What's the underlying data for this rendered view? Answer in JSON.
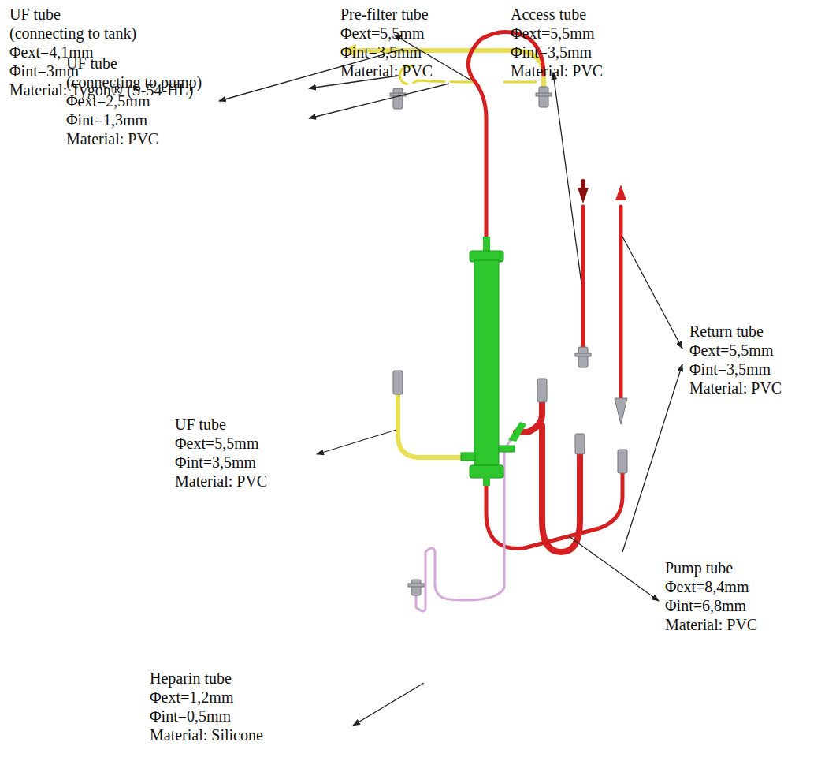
{
  "diagram": {
    "labels": [
      "UF tube",
      "(connecting to tank)",
      "Φext=4,1mm",
      "Φint=3mm",
      "Material: Tygon® (S-54-HL)",
      "Pre-filter tube",
      "Φext=5,5mm",
      "Φint=3,5mm",
      "Material: PVC",
      "Access tube",
      "Φext=5,5mm",
      "Φint=3,5mm",
      "Material: PVC",
      "UF tube",
      "(connecting to pump)",
      "Φext=2,5mm",
      "Φint=1,3mm",
      "Material: PVC",
      "Return tube",
      "Φext=5,5mm",
      "Φint=3,5mm",
      "Material: PVC",
      "UF tube",
      "Φext=5,5mm",
      "Φint=3,5mm",
      "Material: PVC",
      "Pump tube",
      "Φext=8,4mm",
      "Φint=6,8mm",
      "Material: PVC",
      "Heparin tube",
      "Φext=1,2mm",
      "Φint=0,5mm",
      "Material: Silicone"
    ]
  }
}
